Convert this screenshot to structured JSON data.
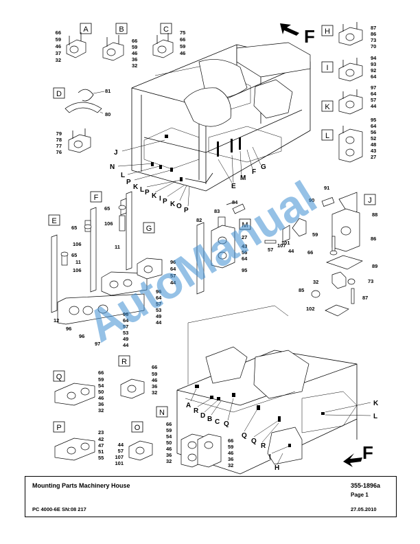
{
  "footer": {
    "title": "Mounting Parts Machinery House",
    "doc_code": "355-1896a",
    "page": "Page 1",
    "model": "PC 4000-6E SN:08 217",
    "date": "27.05.2010"
  },
  "watermark": "AutoManual",
  "direction_marker": "F",
  "boxes": {
    "A": {
      "label": "A",
      "nums": [
        "66",
        "59",
        "46",
        "37",
        "32"
      ]
    },
    "B": {
      "label": "B",
      "nums": [
        "66",
        "59",
        "46",
        "36",
        "32"
      ]
    },
    "C": {
      "label": "C",
      "nums": [
        "75",
        "66",
        "59",
        "46"
      ]
    },
    "D": {
      "label": "D",
      "nums": [
        "81",
        "80"
      ]
    },
    "D2": {
      "nums": [
        "79",
        "78",
        "77",
        "76"
      ]
    },
    "H": {
      "label": "H",
      "nums": [
        "87",
        "86",
        "73",
        "70"
      ]
    },
    "I": {
      "label": "I",
      "nums": [
        "94",
        "93",
        "92",
        "64"
      ]
    },
    "K": {
      "label": "K",
      "nums": [
        "97",
        "64",
        "57",
        "44"
      ]
    },
    "L": {
      "label": "L",
      "nums": [
        "95",
        "64",
        "56",
        "52",
        "48",
        "43",
        "27"
      ]
    },
    "E": {
      "label": "E",
      "nums": [
        "65",
        "106",
        "11",
        "65",
        "106",
        "12"
      ]
    },
    "F": {
      "label": "F",
      "nums": [
        "65",
        "106",
        "11"
      ]
    },
    "G": {
      "label": "G",
      "nums": [
        "11",
        "96",
        "64",
        "57",
        "44"
      ]
    },
    "G2": {
      "nums": [
        "96",
        "64",
        "57",
        "53",
        "49",
        "44"
      ]
    },
    "E2": {
      "nums": [
        "96",
        "96",
        "97"
      ]
    },
    "E3": {
      "nums": [
        "96",
        "64",
        "57",
        "53",
        "49",
        "44"
      ]
    },
    "M": {
      "label": "M",
      "nums": [
        "82",
        "83",
        "84",
        "27",
        "43",
        "56",
        "64",
        "95"
      ]
    },
    "J": {
      "label": "J",
      "nums": [
        "91",
        "90",
        "88",
        "86",
        "89",
        "59",
        "66",
        "101",
        "44",
        "107",
        "57",
        "32",
        "73",
        "85",
        "102",
        "87"
      ]
    },
    "Q": {
      "label": "Q",
      "nums": [
        "66",
        "59",
        "54",
        "50",
        "46",
        "36",
        "32"
      ]
    },
    "R": {
      "label": "R",
      "nums": [
        "66",
        "59",
        "46",
        "36",
        "32"
      ]
    },
    "P": {
      "label": "P",
      "nums": [
        "23",
        "42",
        "47",
        "51",
        "55"
      ]
    },
    "O": {
      "label": "O",
      "nums": [
        "44",
        "57",
        "107",
        "101"
      ]
    },
    "N": {
      "label": "N",
      "nums": [
        "66",
        "59",
        "54",
        "50",
        "46",
        "36",
        "32"
      ]
    },
    "N2": {
      "nums": [
        "66",
        "59",
        "46",
        "36",
        "32"
      ]
    }
  },
  "callouts_top": [
    "J",
    "N",
    "L",
    "P",
    "K",
    "L",
    "P",
    "K",
    "I",
    "P",
    "K",
    "O",
    "P",
    "E",
    "M",
    "F",
    "G"
  ],
  "callouts_bottom": [
    "A",
    "R",
    "D",
    "B",
    "C",
    "Q",
    "Q",
    "Q",
    "R",
    "I",
    "H",
    "K",
    "L"
  ]
}
